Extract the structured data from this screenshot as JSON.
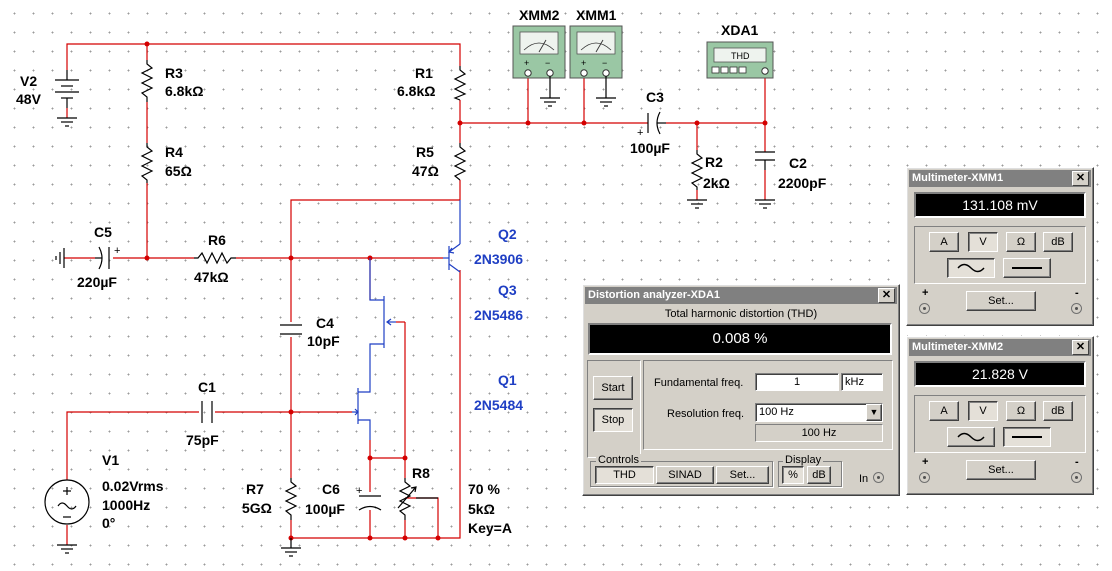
{
  "schematic": {
    "instruments": {
      "xmm2": "XMM2",
      "xmm1": "XMM1",
      "xda1": "XDA1",
      "xda1_face": "THD",
      "plus": "+",
      "minus": "−"
    },
    "components": {
      "v2": {
        "name": "V2",
        "value": "48V"
      },
      "r3": {
        "name": "R3",
        "value": "6.8kΩ"
      },
      "r1": {
        "name": "R1",
        "value": "6.8kΩ"
      },
      "r4": {
        "name": "R4",
        "value": "65Ω"
      },
      "r5": {
        "name": "R5",
        "value": "47Ω"
      },
      "c3": {
        "name": "C3",
        "value": "100µF"
      },
      "r2": {
        "name": "R2",
        "value": "2kΩ"
      },
      "c2": {
        "name": "C2",
        "value": "2200pF"
      },
      "c5": {
        "name": "C5",
        "value": "220µF"
      },
      "r6": {
        "name": "R6",
        "value": "47kΩ"
      },
      "q2": {
        "name": "Q2",
        "value": "2N3906"
      },
      "q3": {
        "name": "Q3",
        "value": "2N5486"
      },
      "q1": {
        "name": "Q1",
        "value": "2N5484"
      },
      "c4": {
        "name": "C4",
        "value": "10pF"
      },
      "c1": {
        "name": "C1",
        "value": "75pF"
      },
      "v1": {
        "name": "V1",
        "line1": "0.02Vrms",
        "line2": "1000Hz",
        "line3": "0°"
      },
      "r7": {
        "name": "R7",
        "value": "5GΩ"
      },
      "c6": {
        "name": "C6",
        "value": "100µF"
      },
      "r8": {
        "name": "R8",
        "percent": "70 %",
        "value": "5kΩ",
        "key": "Key=A"
      }
    }
  },
  "multimeter_xmm1": {
    "title": "Multimeter-XMM1",
    "close": "✕",
    "reading": "131.108 mV",
    "buttons": [
      "A",
      "V",
      "Ω",
      "dB"
    ],
    "active_button": "V",
    "wave_ac": "ac",
    "wave_dc": "dc",
    "active_wave": "ac",
    "set_label": "Set...",
    "plus": "+",
    "minus": "-"
  },
  "multimeter_xmm2": {
    "title": "Multimeter-XMM2",
    "close": "✕",
    "reading": "21.828 V",
    "buttons": [
      "A",
      "V",
      "Ω",
      "dB"
    ],
    "active_button": "V",
    "wave_ac": "ac",
    "wave_dc": "dc",
    "active_wave": "dc",
    "set_label": "Set...",
    "plus": "+",
    "minus": "-"
  },
  "distortion_analyzer": {
    "title": "Distortion analyzer-XDA1",
    "close": "✕",
    "heading": "Total harmonic distortion (THD)",
    "reading": "0.008 %",
    "start_label": "Start",
    "stop_label": "Stop",
    "fundamental_label": "Fundamental freq.",
    "fundamental_value": "1",
    "fundamental_unit": "kHz",
    "resolution_label": "Resolution freq.",
    "resolution_value": "100 Hz",
    "resolution_readout": "100 Hz",
    "controls_label": "Controls",
    "thd_label": "THD",
    "sinad_label": "SINAD",
    "set_label": "Set...",
    "display_label": "Display",
    "percent_label": "%",
    "db_label": "dB",
    "in_label": "In"
  },
  "colors": {
    "wire": "#d40000",
    "net_blue": "#1f3fc4",
    "instrument_green": "#9ac7a4",
    "titlebar_inactive": "#808080"
  }
}
